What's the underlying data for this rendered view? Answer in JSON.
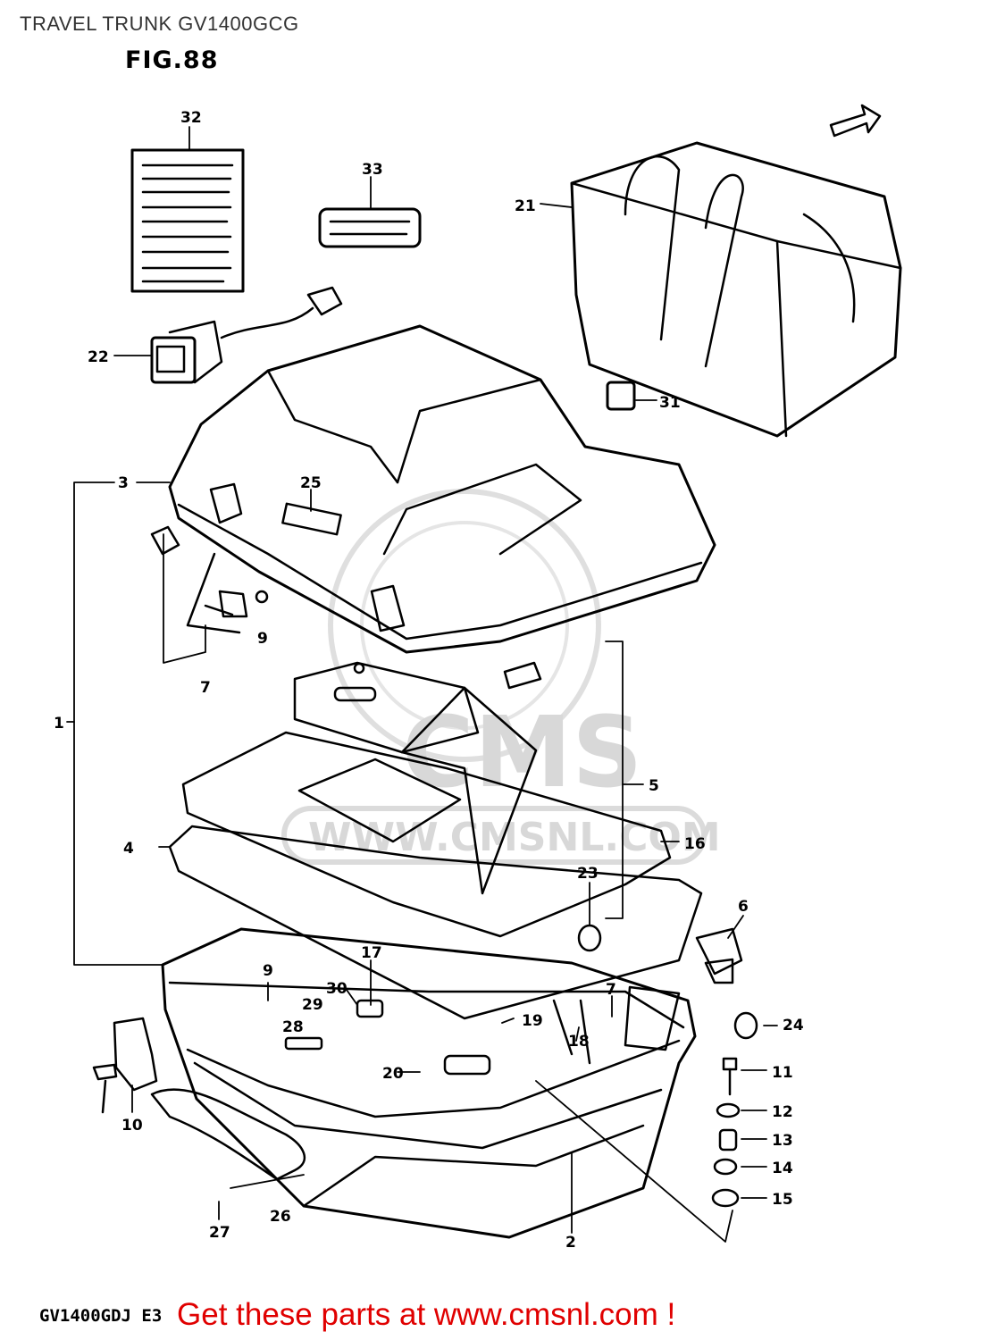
{
  "header": {
    "title": "TRAVEL TRUNK GV1400GCG",
    "figure": "FIG.88"
  },
  "footer": {
    "model_code": "GV1400GDJ  E3",
    "promo": "Get these parts at www.cmsnl.com !"
  },
  "watermark": {
    "text": "CMS",
    "url": "WWW.CMSNL.COM",
    "color": "#d9d9d9"
  },
  "callouts": [
    "1",
    "2",
    "3",
    "4",
    "5",
    "6",
    "7",
    "9",
    "10",
    "11",
    "12",
    "13",
    "14",
    "15",
    "16",
    "17",
    "18",
    "19",
    "20",
    "21",
    "22",
    "23",
    "24",
    "25",
    "26",
    "27",
    "28",
    "29",
    "30",
    "31",
    "32",
    "33"
  ],
  "colors": {
    "promo": "#e00000",
    "line": "#000000"
  }
}
